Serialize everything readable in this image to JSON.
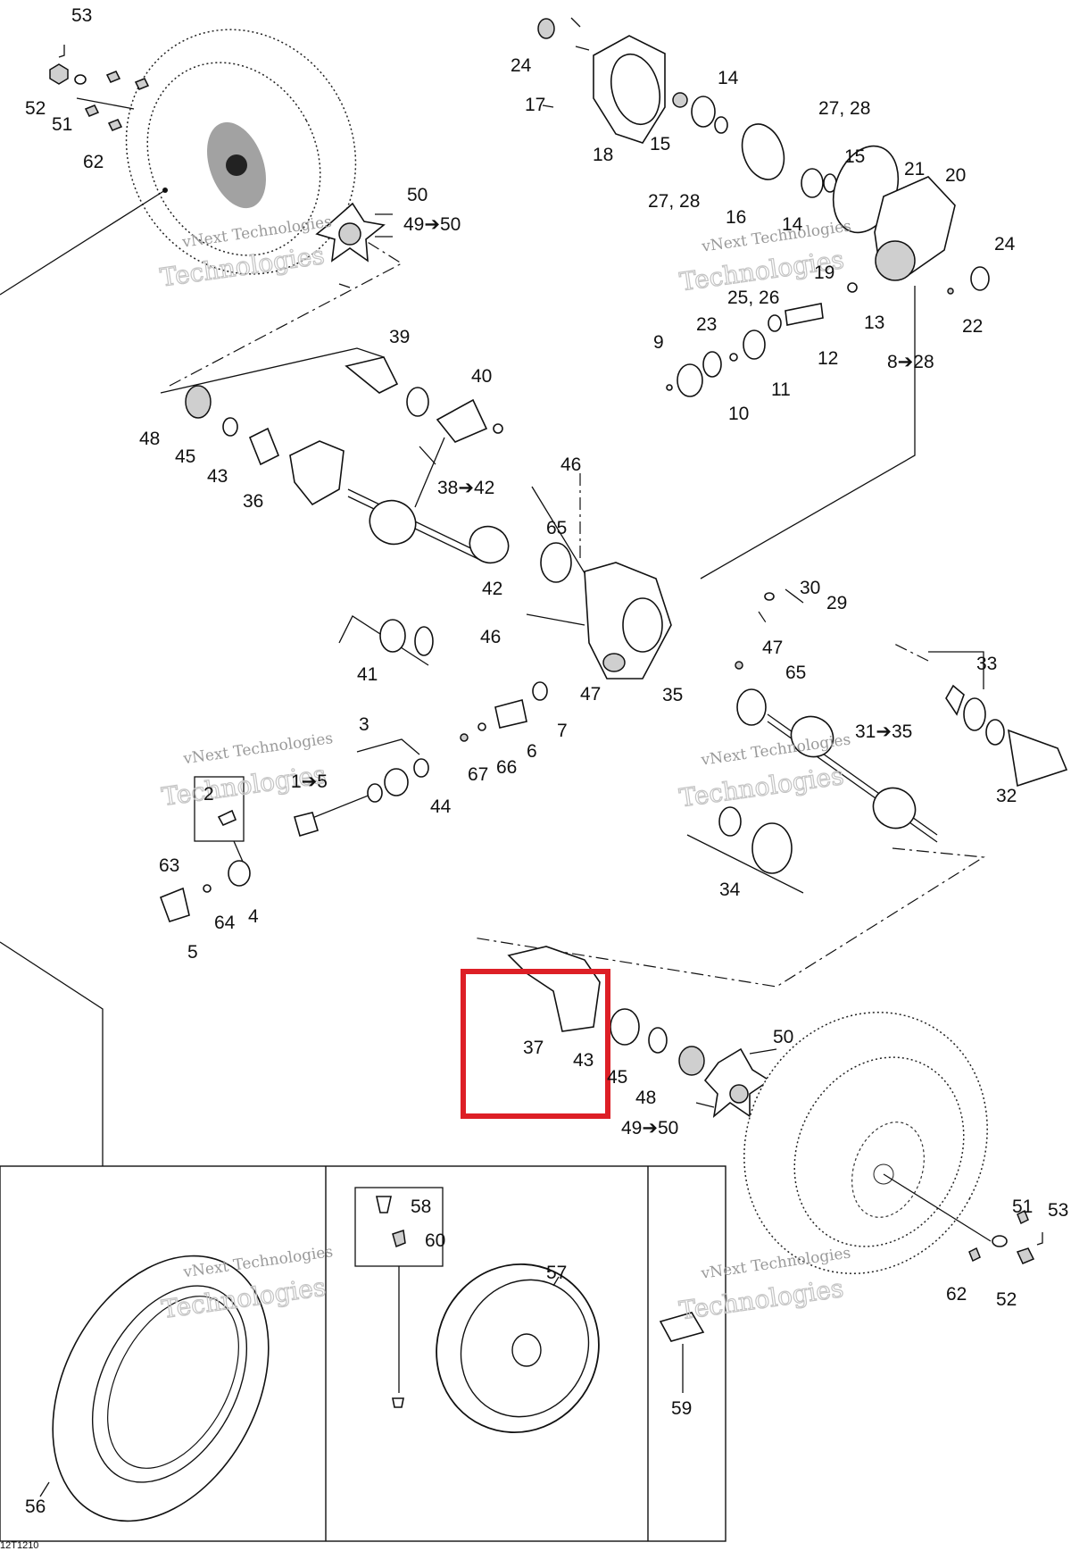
{
  "diagram": {
    "reference_code": "12T1210",
    "highlight_color": "#dd1f26",
    "watermark": {
      "line1": "vNext Technologies",
      "line2": "Technologies"
    },
    "callouts": [
      {
        "id": "c53a",
        "text": "53"
      },
      {
        "id": "c52a",
        "text": "52"
      },
      {
        "id": "c51a",
        "text": "51"
      },
      {
        "id": "c62a",
        "text": "62"
      },
      {
        "id": "c50a",
        "text": "50"
      },
      {
        "id": "c49a",
        "text": "49➔50"
      },
      {
        "id": "c24a",
        "text": "24"
      },
      {
        "id": "c17",
        "text": "17"
      },
      {
        "id": "c18",
        "text": "18"
      },
      {
        "id": "c14a",
        "text": "14"
      },
      {
        "id": "c15a",
        "text": "15"
      },
      {
        "id": "c2728a",
        "text": "27, 28"
      },
      {
        "id": "c2728b",
        "text": "27, 28"
      },
      {
        "id": "c16",
        "text": "16"
      },
      {
        "id": "c14b",
        "text": "14"
      },
      {
        "id": "c15b",
        "text": "15"
      },
      {
        "id": "c21",
        "text": "21"
      },
      {
        "id": "c20",
        "text": "20"
      },
      {
        "id": "c19",
        "text": "19"
      },
      {
        "id": "c24b",
        "text": "24"
      },
      {
        "id": "c2526",
        "text": "25, 26"
      },
      {
        "id": "c23",
        "text": "23"
      },
      {
        "id": "c9",
        "text": "9"
      },
      {
        "id": "c13",
        "text": "13"
      },
      {
        "id": "c22",
        "text": "22"
      },
      {
        "id": "c12",
        "text": "12"
      },
      {
        "id": "c11",
        "text": "11"
      },
      {
        "id": "c10",
        "text": "10"
      },
      {
        "id": "c828",
        "text": "8➔28"
      },
      {
        "id": "c39",
        "text": "39"
      },
      {
        "id": "c40",
        "text": "40"
      },
      {
        "id": "c48a",
        "text": "48"
      },
      {
        "id": "c45a",
        "text": "45"
      },
      {
        "id": "c43a",
        "text": "43"
      },
      {
        "id": "c36",
        "text": "36"
      },
      {
        "id": "c3842",
        "text": "38➔42"
      },
      {
        "id": "c46a",
        "text": "46"
      },
      {
        "id": "c65a",
        "text": "65"
      },
      {
        "id": "c42",
        "text": "42"
      },
      {
        "id": "c46b",
        "text": "46"
      },
      {
        "id": "c41",
        "text": "41"
      },
      {
        "id": "c30",
        "text": "30"
      },
      {
        "id": "c29",
        "text": "29"
      },
      {
        "id": "c47a",
        "text": "47"
      },
      {
        "id": "c65b",
        "text": "65"
      },
      {
        "id": "c47b",
        "text": "47"
      },
      {
        "id": "c35",
        "text": "35"
      },
      {
        "id": "c33",
        "text": "33"
      },
      {
        "id": "c7",
        "text": "7"
      },
      {
        "id": "c6",
        "text": "6"
      },
      {
        "id": "c66",
        "text": "66"
      },
      {
        "id": "c67",
        "text": "67"
      },
      {
        "id": "c3",
        "text": "3"
      },
      {
        "id": "c15",
        "text": "1➔5"
      },
      {
        "id": "c44",
        "text": "44"
      },
      {
        "id": "c2",
        "text": "2"
      },
      {
        "id": "c3135",
        "text": "31➔35"
      },
      {
        "id": "c32",
        "text": "32"
      },
      {
        "id": "c34",
        "text": "34"
      },
      {
        "id": "c63",
        "text": "63"
      },
      {
        "id": "c64",
        "text": "64"
      },
      {
        "id": "c4",
        "text": "4"
      },
      {
        "id": "c5",
        "text": "5"
      },
      {
        "id": "c37",
        "text": "37"
      },
      {
        "id": "c43b",
        "text": "43"
      },
      {
        "id": "c45b",
        "text": "45"
      },
      {
        "id": "c48b",
        "text": "48"
      },
      {
        "id": "c50b",
        "text": "50"
      },
      {
        "id": "c49b",
        "text": "49➔50"
      },
      {
        "id": "c51b",
        "text": "51"
      },
      {
        "id": "c53b",
        "text": "53"
      },
      {
        "id": "c62b",
        "text": "62"
      },
      {
        "id": "c52b",
        "text": "52"
      },
      {
        "id": "c58",
        "text": "58"
      },
      {
        "id": "c60",
        "text": "60"
      },
      {
        "id": "c57",
        "text": "57"
      },
      {
        "id": "c59",
        "text": "59"
      },
      {
        "id": "c56",
        "text": "56"
      }
    ]
  }
}
